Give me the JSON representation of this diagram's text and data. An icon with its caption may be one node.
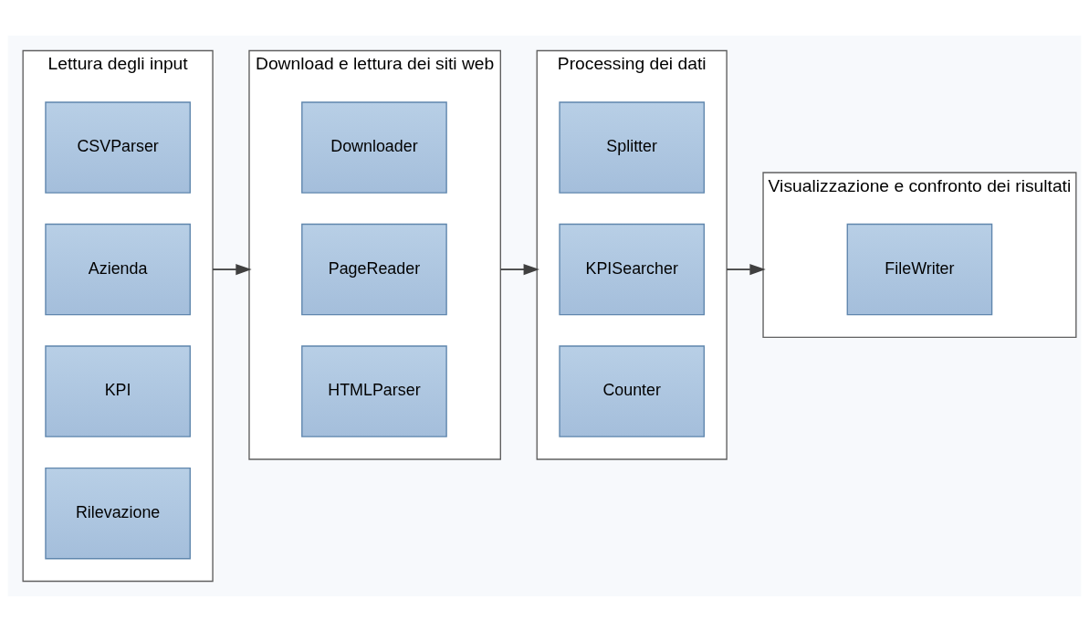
{
  "diagram": {
    "nodes": [
      {
        "text": [
          "Lettura degli input"
        ]
      },
      {
        "text": [
          "CSVParser"
        ],
        "in": 0
      },
      {
        "text": [
          "Azienda"
        ],
        "in": 0
      },
      {
        "text": [
          "KPI"
        ],
        "in": 0
      },
      {
        "text": [
          "Rilevazione"
        ],
        "in": 0
      },
      {
        "text": [
          "Download e lettura dei siti web"
        ]
      },
      {
        "text": [
          "Downloader"
        ],
        "in": 5
      },
      {
        "text": [
          "PageReader"
        ],
        "in": 5
      },
      {
        "text": [
          "HTMLParser"
        ],
        "in": 5
      },
      {
        "text": [
          "Processing dei dati"
        ]
      },
      {
        "text": [
          "Splitter"
        ],
        "in": 9
      },
      {
        "text": [
          "KPISearcher"
        ],
        "in": 9
      },
      {
        "text": [
          "Counter"
        ],
        "in": 9
      },
      {
        "text": [
          "Visualizzazione e confronto dei risultati"
        ]
      },
      {
        "text": [
          "FileWriter"
        ],
        "in": 13
      }
    ],
    "edges": [
      {
        "from": 0,
        "to": 5,
        "arrow": "to"
      },
      {
        "from": 5,
        "to": 9,
        "arrow": "to"
      },
      {
        "from": 9,
        "to": 13,
        "arrow": "to"
      }
    ]
  }
}
